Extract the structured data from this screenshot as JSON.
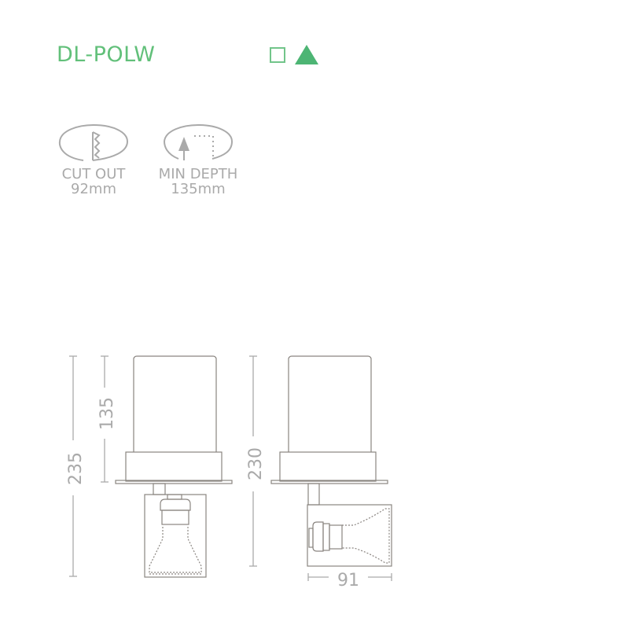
{
  "product": {
    "code": "DL-POLW",
    "colors": {
      "brand": "#62c07a",
      "text": "#aaaaaa",
      "line": "#888888"
    }
  },
  "symbols": [
    {
      "name": "class-ii-square-icon"
    },
    {
      "name": "triangle-icon"
    }
  ],
  "specs": [
    {
      "label": "CUT OUT",
      "value": "92mm",
      "icon": "cut-out-icon"
    },
    {
      "label": "MIN DEPTH",
      "value": "135mm",
      "icon": "min-depth-icon"
    }
  ],
  "dimensions": {
    "total_height_front": "235",
    "recess_depth": "135",
    "total_height_side": "230",
    "head_width": "91"
  }
}
